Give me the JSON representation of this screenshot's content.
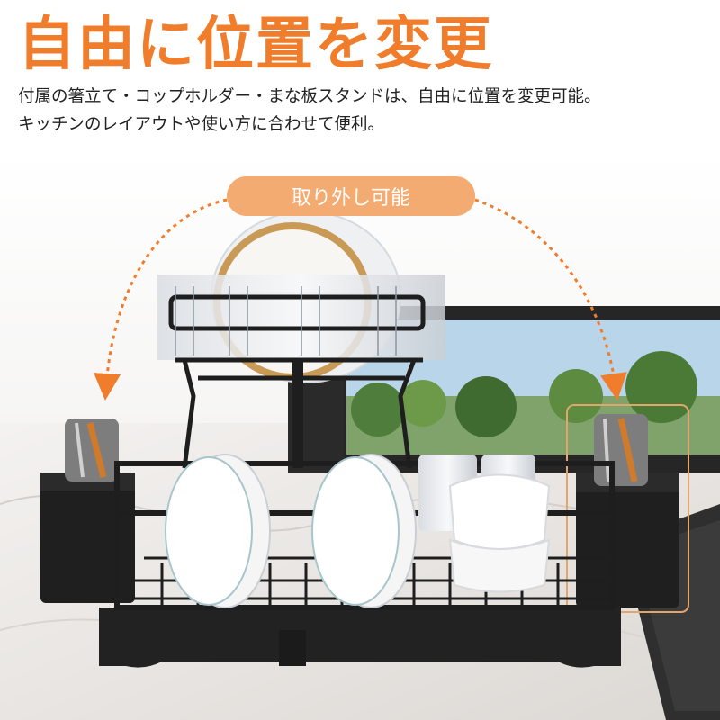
{
  "header": {
    "title": "自由に位置を変更",
    "desc_line1": "付属の箸立て・コップホルダー・まな板スタンドは、自由に位置を変更可能。",
    "desc_line2": "キッチンのレイアウトや使い方に合わせて便利。"
  },
  "badge": {
    "label": "取り外し可能"
  },
  "colors": {
    "accent": "#f07d2b",
    "badge_bg": "#f4ab72",
    "rack": "#1e1e1e",
    "text": "#222222"
  }
}
